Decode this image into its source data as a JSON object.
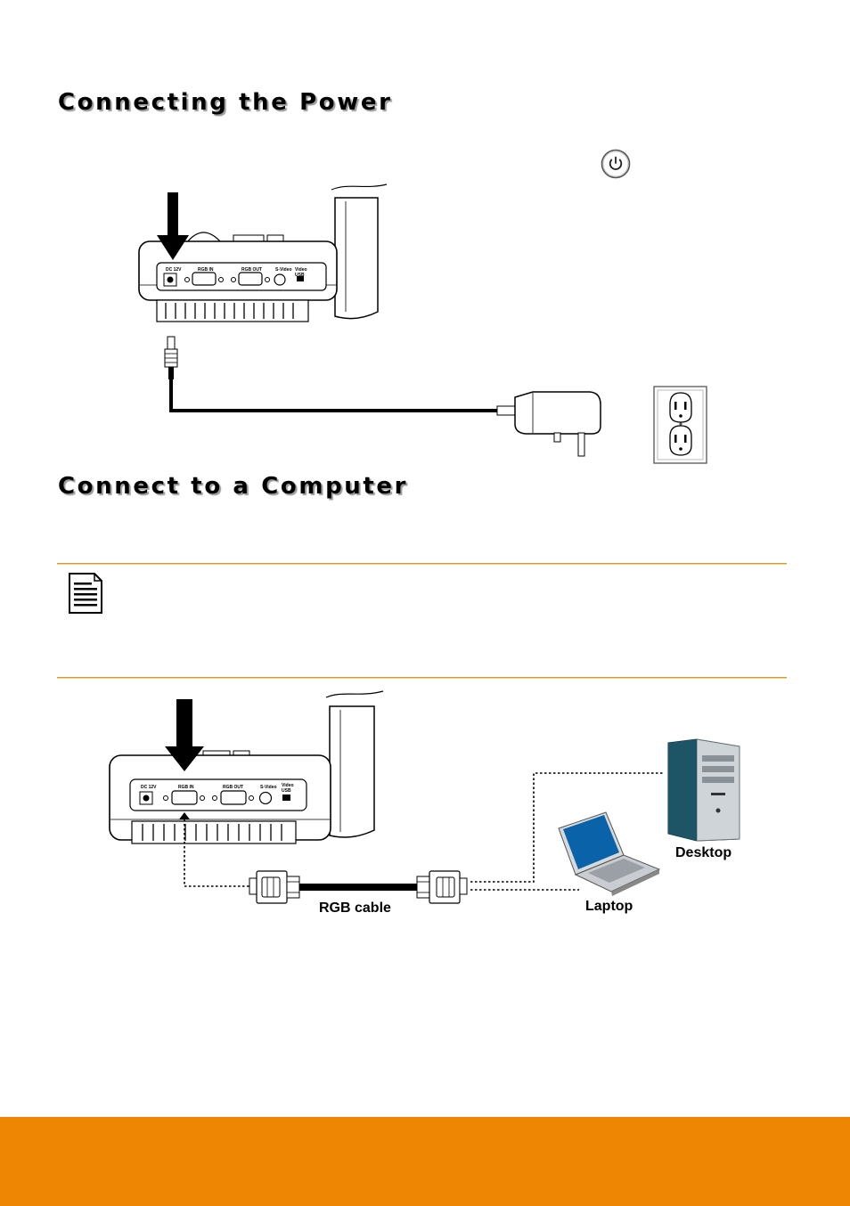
{
  "headings": {
    "power": "Connecting the Power",
    "computer": "Connect to a Computer"
  },
  "icons": {
    "power": "power-button-icon",
    "note": "note-document-icon"
  },
  "figure_power": {
    "ports": [
      "DC 12V",
      "RGB IN",
      "RGB OUT",
      "S-Video",
      "Video",
      "USB"
    ]
  },
  "figure_computer": {
    "ports": [
      "DC 12V",
      "RGB IN",
      "RGB OUT",
      "S-Video",
      "Video",
      "USB"
    ],
    "cable_label": "RGB cable",
    "desktop_label": "Desktop",
    "laptop_label": "Laptop"
  },
  "colors": {
    "footer": "#ef8603",
    "rule": "#c8a13d",
    "monitor_screen": "#0a63a8",
    "tower": "#1f5a6e"
  }
}
